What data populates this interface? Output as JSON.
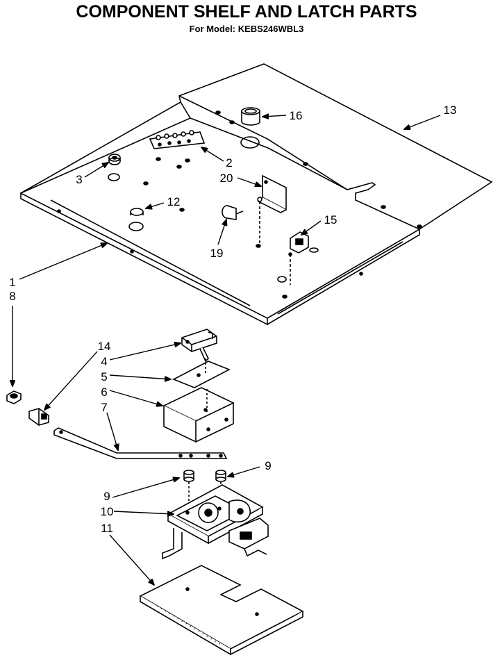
{
  "header": {
    "title": "COMPONENT SHELF AND LATCH PARTS",
    "subtitle": "For Model: KEBS246WBL3"
  },
  "callouts": {
    "c1": "1",
    "c2": "2",
    "c3": "3",
    "c4": "4",
    "c5": "5",
    "c6": "6",
    "c7": "7",
    "c8": "8",
    "c9a": "9",
    "c9b": "9",
    "c10": "10",
    "c11": "11",
    "c12": "12",
    "c13": "13",
    "c14": "14",
    "c15": "15",
    "c16": "16",
    "c19": "19",
    "c20": "20"
  }
}
